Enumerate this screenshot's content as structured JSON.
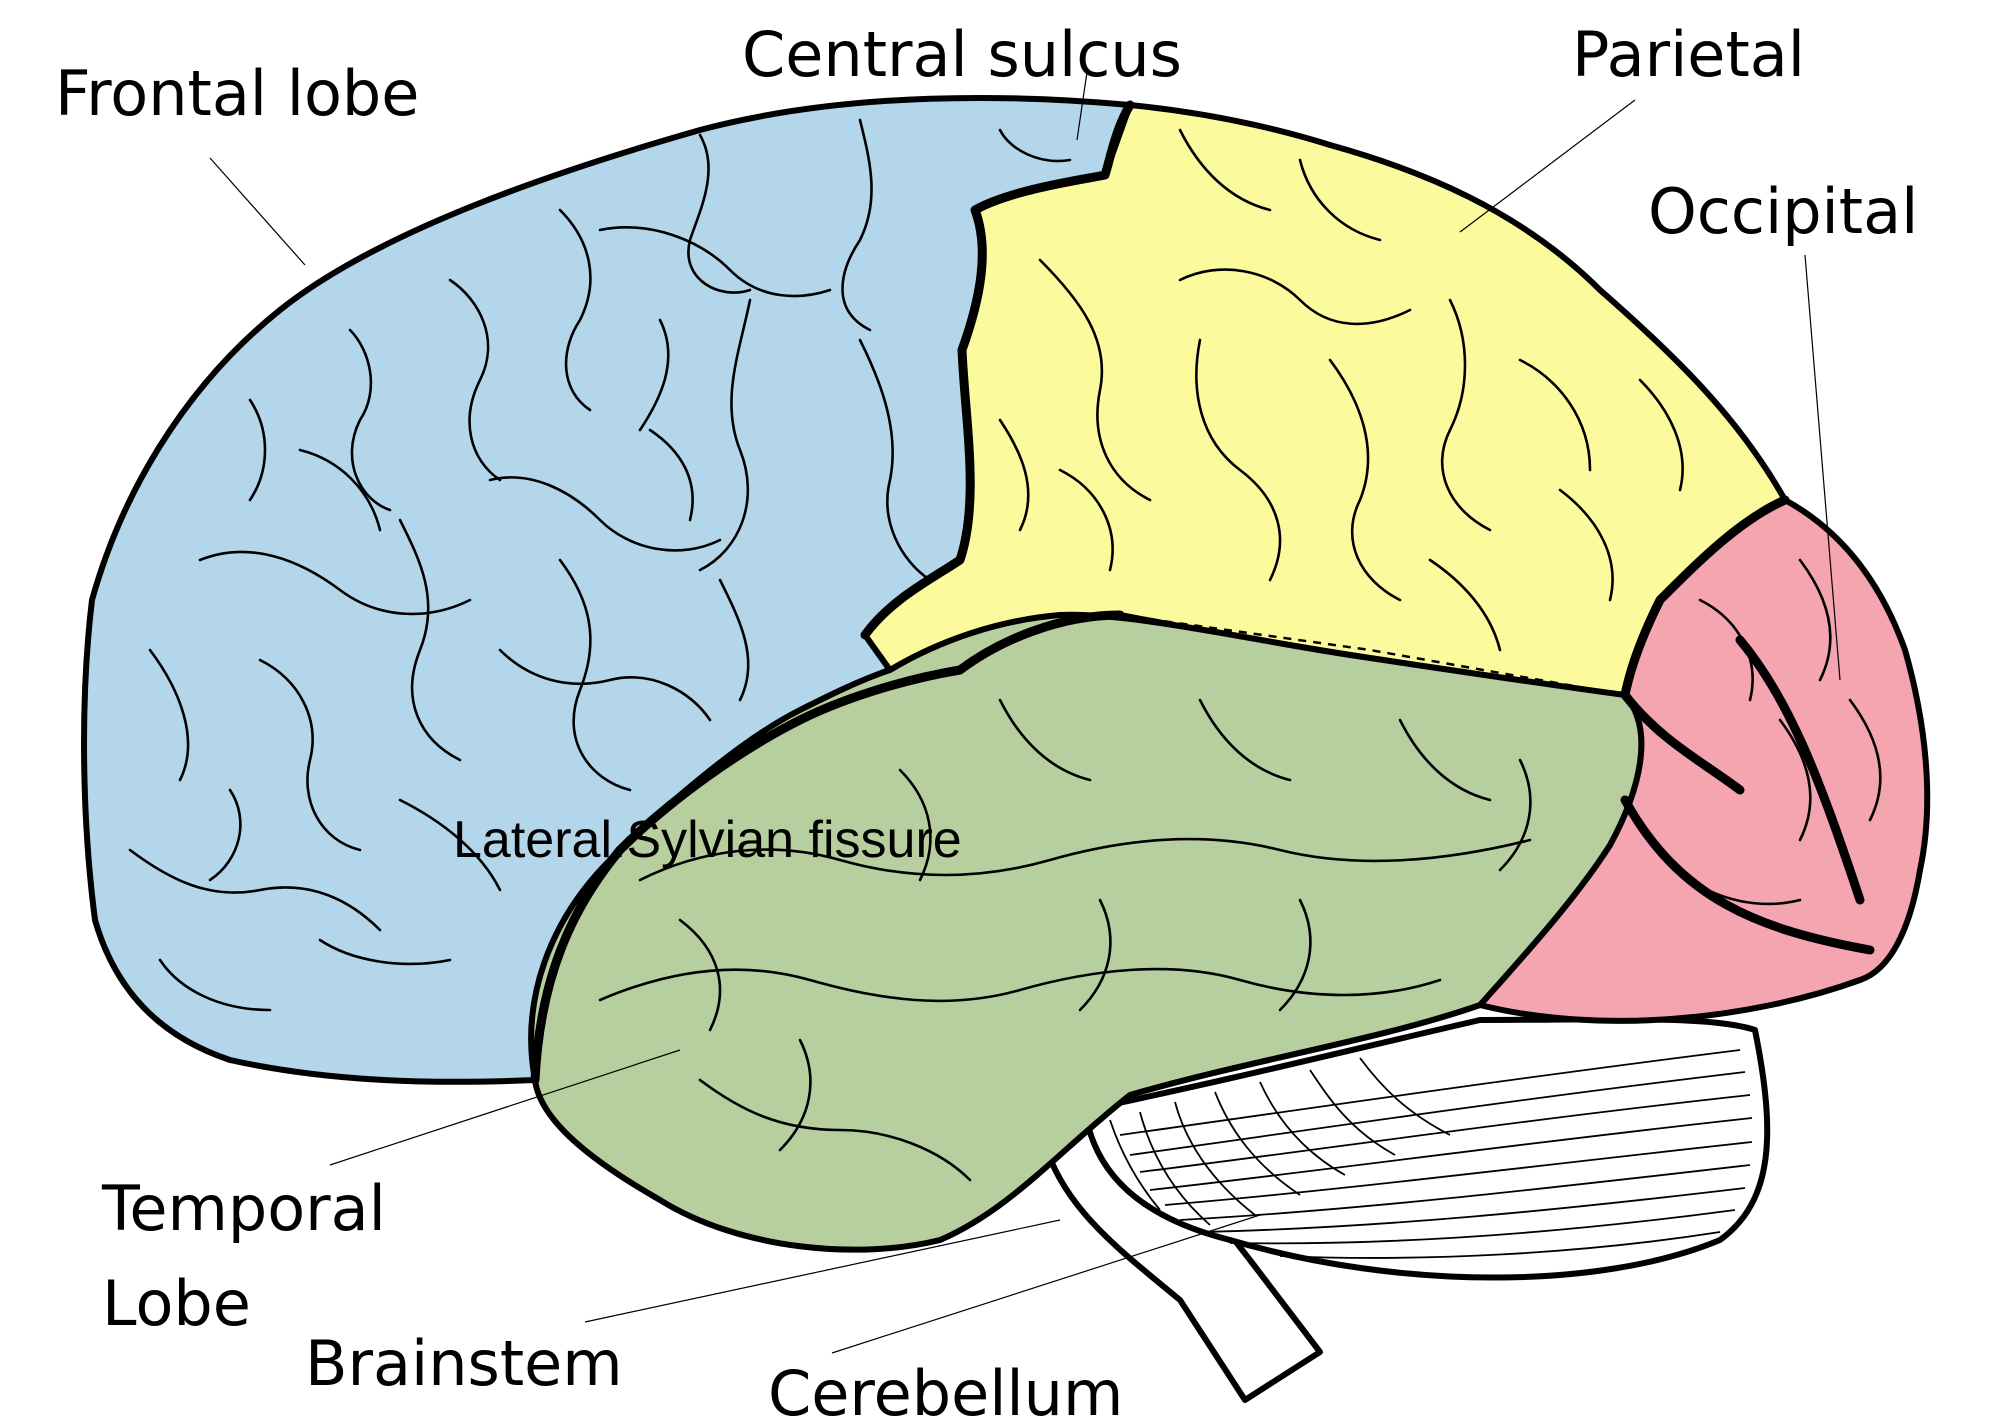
{
  "labels": {
    "frontal": "Frontal lobe",
    "central_sulcus": "Central sulcus",
    "parietal": "Parietal",
    "occipital": "Occipital",
    "lateral_fissure": "Lateral.Sylvian fissure",
    "temporal_line1": "Temporal",
    "temporal_line2": "Lobe",
    "brainstem": "Brainstem",
    "cerebellum": "Cerebellum"
  },
  "colors": {
    "frontal": "#b4d6ea",
    "parietal": "#fbfa9c",
    "temporal": "#b7cf9e",
    "occipital": "#f4a5b0",
    "cerebellum": "#ffffff",
    "brainstem": "#ffffff",
    "outline": "#000000"
  }
}
